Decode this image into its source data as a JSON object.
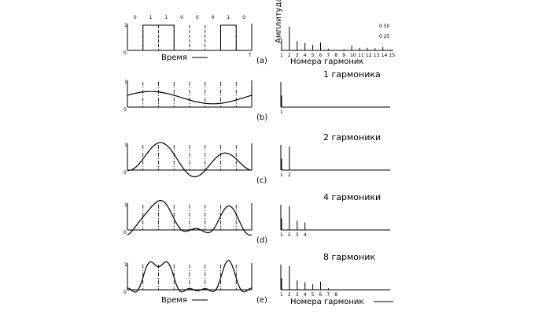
{
  "bits": [
    "0",
    "1",
    "1",
    "0",
    "0",
    "0",
    "1",
    "0"
  ],
  "axis": {
    "one": "1",
    "zero": "0",
    "period": "T",
    "time_label": "Время",
    "amplitude_label": "Амплитуда",
    "harmonics_label": "Номера гармоник"
  },
  "amp_ticks": [
    "0.50",
    "0.25"
  ],
  "harmonic_ticks": [
    "1",
    "2",
    "3",
    "4",
    "5",
    "6",
    "7",
    "8",
    "9",
    "10",
    "11",
    "12",
    "13",
    "14",
    "15"
  ],
  "panels": [
    {
      "label": "(a)",
      "harmonics": 0,
      "title": "",
      "spectrum_count": 15
    },
    {
      "label": "(b)",
      "harmonics": 1,
      "title": "1 гармоника",
      "spectrum_count": 1
    },
    {
      "label": "(c)",
      "harmonics": 2,
      "title": "2 гармоники",
      "spectrum_count": 2
    },
    {
      "label": "(d)",
      "harmonics": 4,
      "title": "4 гармоники",
      "spectrum_count": 4
    },
    {
      "label": "(e)",
      "harmonics": 8,
      "title": "8 гармоник",
      "spectrum_count": 8
    }
  ]
}
